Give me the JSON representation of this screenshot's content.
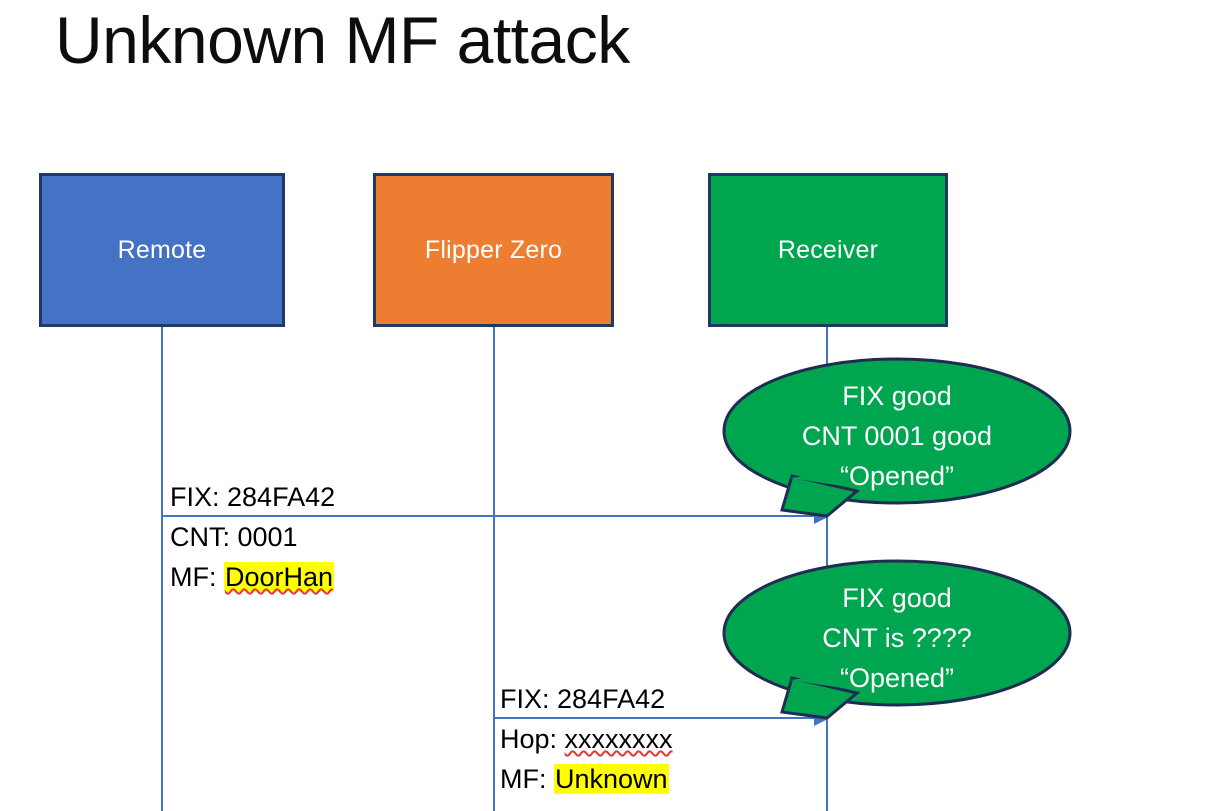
{
  "slide": {
    "title": "Unknown MF attack",
    "background": "#FFFFFF"
  },
  "colors": {
    "remote_fill": "#4472C4",
    "flipper_fill": "#ED7D31",
    "receiver_fill": "#00A550",
    "box_border": "#203864",
    "lifeline": "#4472C4",
    "arrow": "#4472C4",
    "highlight": "#FFFF00",
    "spellcheck_underline": "#E03A2F",
    "title_text": "#0D0D0D",
    "box_text": "#FFFFFF"
  },
  "actors": [
    {
      "id": "remote",
      "label": "Remote"
    },
    {
      "id": "flipper",
      "label": "Flipper Zero"
    },
    {
      "id": "receiver",
      "label": "Receiver"
    }
  ],
  "messages": [
    {
      "id": "remote-to-receiver",
      "from": "Remote",
      "to": "Receiver",
      "lines": [
        {
          "prefix": "FIX: ",
          "value": "284FA42",
          "highlighted": false,
          "spellchecked": false
        },
        {
          "prefix": "CNT: ",
          "value": "0001",
          "highlighted": false,
          "spellchecked": false
        },
        {
          "prefix": "MF: ",
          "value": "DoorHan",
          "highlighted": true,
          "spellchecked": true
        }
      ]
    },
    {
      "id": "flipper-to-receiver",
      "from": "Flipper Zero",
      "to": "Receiver",
      "lines": [
        {
          "prefix": "FIX: ",
          "value": "284FA42",
          "highlighted": false,
          "spellchecked": false
        },
        {
          "prefix": "Hop: ",
          "value": "xxxxxxxx",
          "highlighted": false,
          "spellchecked": true
        },
        {
          "prefix": "MF: ",
          "value": "Unknown",
          "highlighted": true,
          "spellchecked": false
        }
      ]
    }
  ],
  "callouts": [
    {
      "id": "callout-1",
      "owner": "Receiver",
      "line1": "FIX good",
      "line2": "CNT 0001 good",
      "line3": "“Opened”"
    },
    {
      "id": "callout-2",
      "owner": "Receiver",
      "line1": "FIX good",
      "line2": "CNT is ????",
      "line3": "“Opened”"
    }
  ]
}
